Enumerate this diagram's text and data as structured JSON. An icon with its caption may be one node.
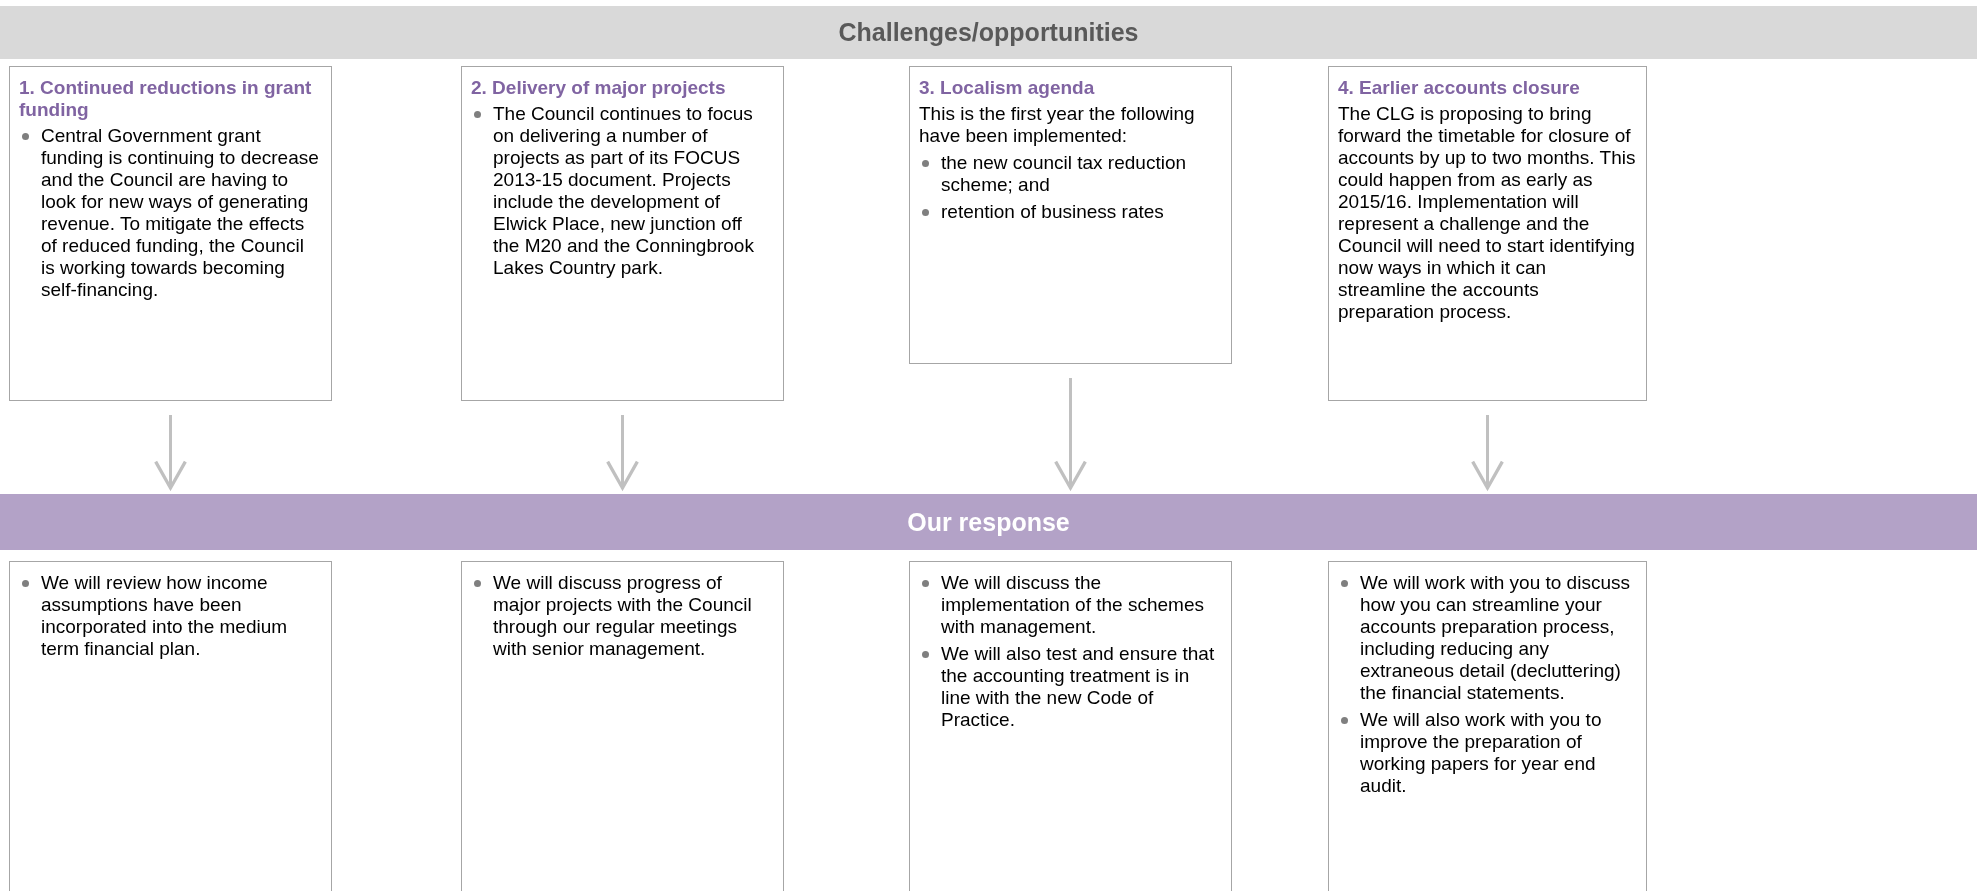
{
  "diagram": {
    "nodes": [
      {
        "text": [
          "Challenges/opportunities"
        ]
      },
      {
        "text": [
          "1. Continued reductions in grant funding",
          "Central Government grant funding is continuing to decrease and the Council are having to look for new ways of generating revenue. To mitigate the effects of reduced funding, the Council is working towards becoming self-financing."
        ]
      },
      {
        "text": [
          "2. Delivery of major projects",
          "The Council continues to focus on delivering a number of projects as part of its FOCUS 2013-15 document. Projects include the development of Elwick Place, new junction off the M20 and the Conningbrook Lakes Country park."
        ]
      },
      {
        "text": [
          "3. Localism agenda",
          "This is the first year the following have been implemented:",
          "the new council tax reduction scheme; and",
          "retention of business rates"
        ]
      },
      {
        "text": [
          "4. Earlier accounts closure",
          "The CLG is proposing to bring forward the timetable for closure of accounts by up to two months. This could happen from as early as 2015/16. Implementation will represent a challenge and the Council will need to start identifying now ways in which it can streamline the accounts preparation process."
        ]
      },
      {
        "text": [
          "Our response"
        ]
      },
      {
        "text": [
          "We will review how income assumptions have been incorporated into the medium term financial plan."
        ]
      },
      {
        "text": [
          "We will discuss progress of major projects with the Council through our regular meetings with senior management."
        ]
      },
      {
        "text": [
          "We will discuss the implementation of the schemes with management.",
          "We will also test and ensure that the accounting treatment is in line with the new Code of Practice."
        ]
      },
      {
        "text": [
          "We will work with you to discuss how you can streamline your accounts preparation process, including reducing any extraneous detail (decluttering) the financial statements.",
          "We will also work with you to improve the preparation of working papers for year end audit."
        ]
      }
    ],
    "edges": [
      {
        "from": 1,
        "to": 5,
        "arrow": "to"
      },
      {
        "from": 2,
        "to": 5,
        "arrow": "to"
      },
      {
        "from": 3,
        "to": 5,
        "arrow": "to"
      },
      {
        "from": 4,
        "to": 5,
        "arrow": "to"
      }
    ]
  }
}
